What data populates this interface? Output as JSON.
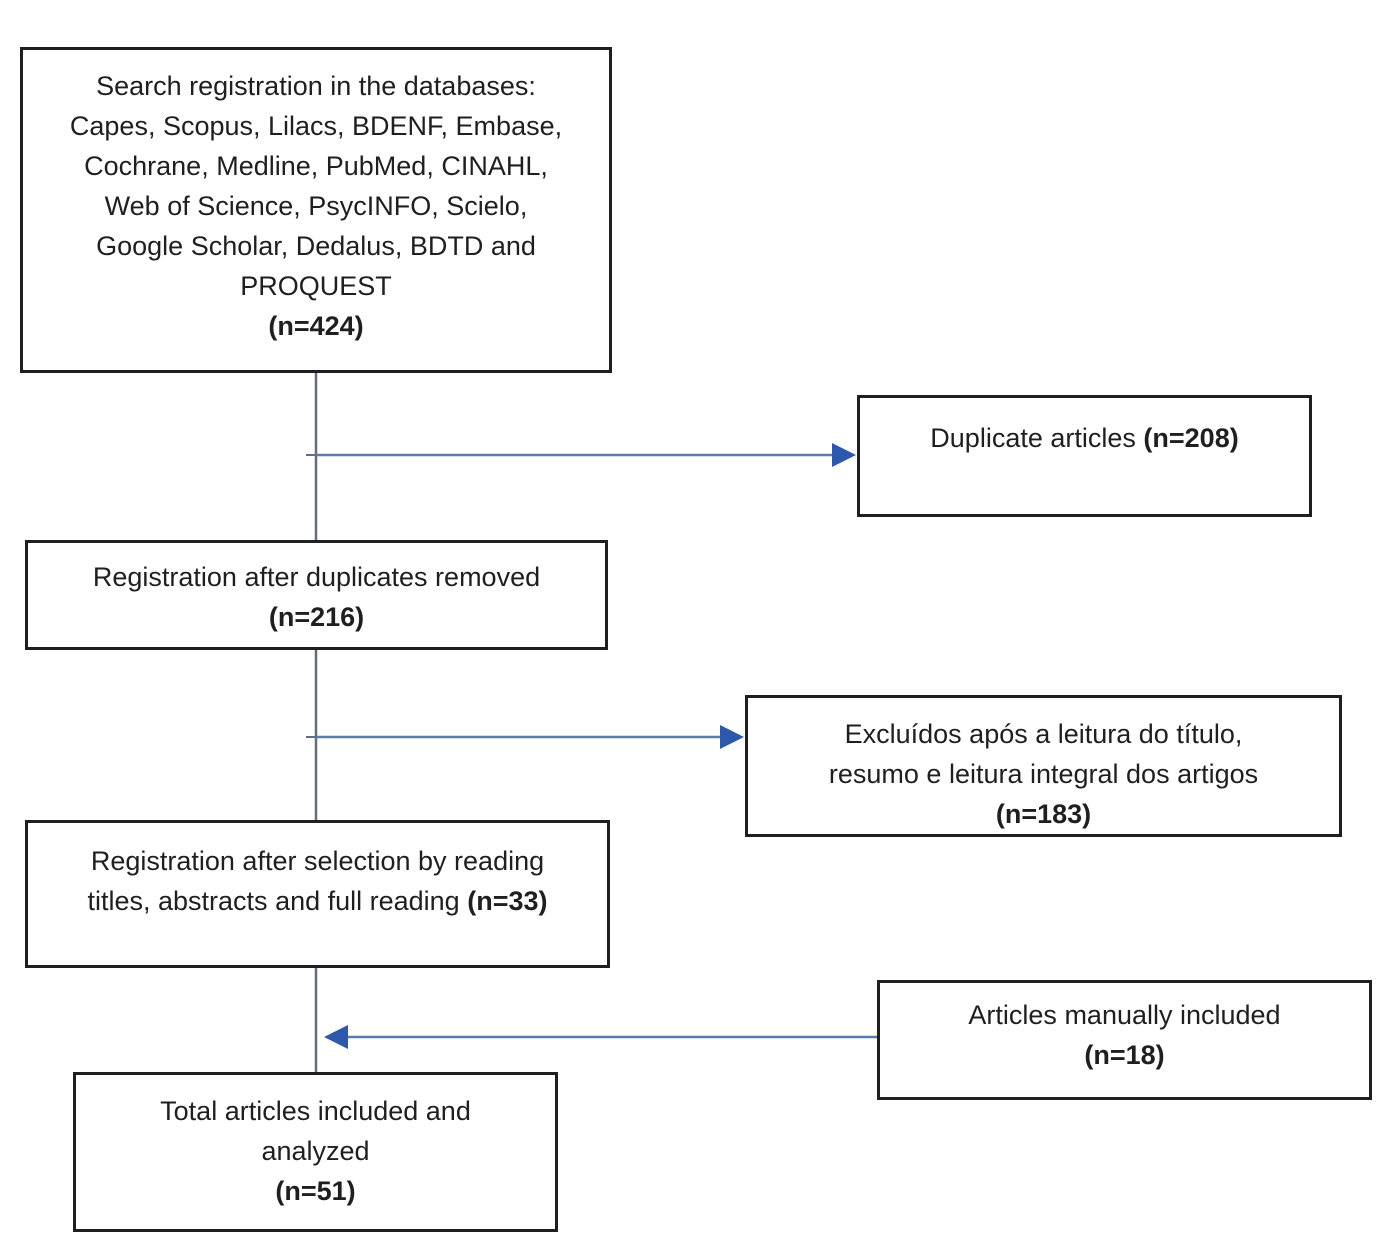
{
  "diagram": {
    "type": "prisma-style-flowchart",
    "colors": {
      "background": "#ffffff",
      "box_border": "#1f1f1f",
      "text": "#1f1f1f",
      "connector_line": "#5b7aa9",
      "vertical_line": "#646d7d",
      "arrowhead": "#2e58ab"
    },
    "boxes": {
      "search": {
        "lines": [
          "Search registration in the databases:",
          "Capes, Scopus, Lilacs, BDENF, Embase,",
          "Cochrane, Medline, PubMed, CINAHL,",
          "Web of Science, PsycINFO, Scielo,",
          "Google Scholar, Dedalus, BDTD and",
          "PROQUEST"
        ],
        "n": "(n=424)"
      },
      "duplicates": {
        "text": "Duplicate articles",
        "n": "(n=208)"
      },
      "after_duplicates": {
        "text": "Registration after duplicates removed",
        "n": "(n=216)"
      },
      "excluded": {
        "lines": [
          "Excluídos após a leitura do título,",
          "resumo e leitura integral dos artigos"
        ],
        "n": "(n=183)"
      },
      "after_selection": {
        "line1": "Registration after selection by reading",
        "line2": "titles, abstracts and full reading",
        "n": "(n=33)"
      },
      "manual": {
        "text": "Articles manually included",
        "n": "(n=18)"
      },
      "total": {
        "lines": [
          "Total articles included and",
          "analyzed"
        ],
        "n": "(n=51)"
      }
    }
  }
}
